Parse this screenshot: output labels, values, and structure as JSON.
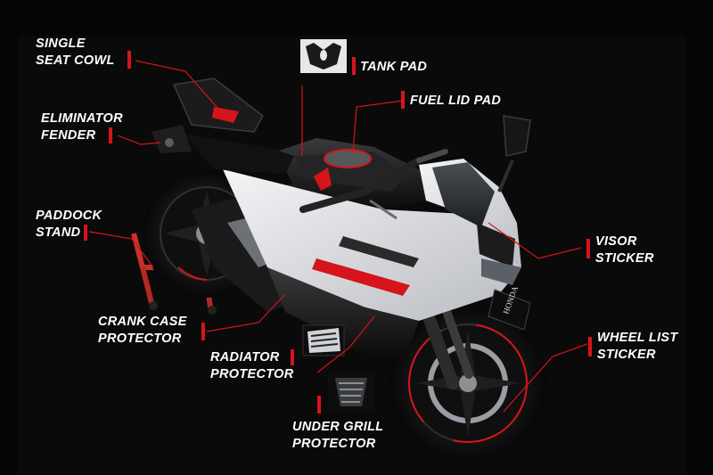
{
  "colors": {
    "background": "#050505",
    "accent": "#d6141b",
    "body_white": "#e9e9ec",
    "body_black": "#141414"
  },
  "labels": {
    "single_seat_cowl": [
      "SINGLE",
      "SEAT COWL"
    ],
    "eliminator_fender": [
      "ELIMINATOR",
      "FENDER"
    ],
    "paddock_stand": [
      "PADDOCK",
      "STAND"
    ],
    "tank_pad": [
      "TANK PAD"
    ],
    "fuel_lid_pad": [
      "FUEL LID PAD"
    ],
    "visor_sticker": [
      "VISOR",
      "STICKER"
    ],
    "crank_case_protector": [
      "CRANK CASE",
      "PROTECTOR"
    ],
    "radiator_protector": [
      "RADIATOR",
      "PROTECTOR"
    ],
    "wheel_list_sticker": [
      "WHEEL LIST",
      "STICKER"
    ],
    "under_grill_protector": [
      "UNDER GRILL",
      "PROTECTOR"
    ]
  },
  "brand": {
    "front_logo": "HONDA"
  },
  "icons": [
    "tank-pad-thumbnail-icon",
    "radiator-protector-thumbnail-icon",
    "under-grill-protector-thumbnail-icon"
  ]
}
